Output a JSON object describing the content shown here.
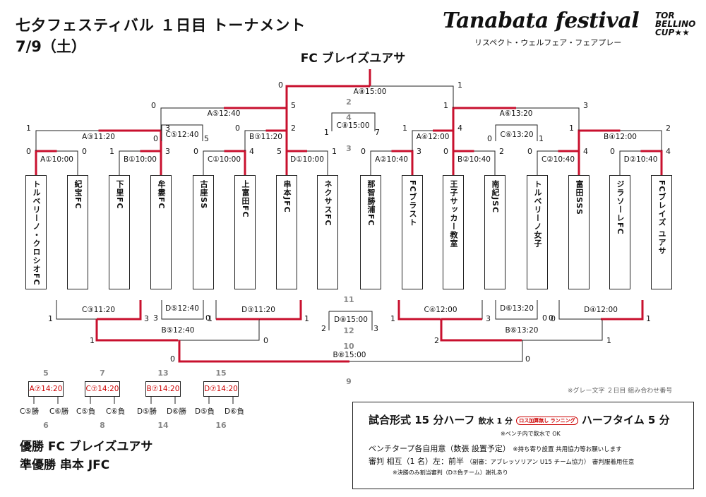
{
  "header": {
    "title": "七夕フェスティバル １日目 トーナメント",
    "date": "7/9（土）",
    "logo": "Tanabata festival",
    "brand": "TOR BELLINO CUP★★",
    "tagline": "リスペクト・ウェルフェア・フェアプレー"
  },
  "champion": "FC ブレイズユアサ",
  "teams": [
    "トルベリーノ・クロシオFC",
    "紀宝FC",
    "下里FC",
    "牟婁FC",
    "古座SS",
    "上富田FC",
    "串本JFC",
    "ネクサスFC",
    "那智勝浦FC",
    "FCブラスト",
    "王子サッカー教室",
    "南紀JSC",
    "トルベリーノ女子",
    "富田SSS",
    "ジラソーレFC",
    "FCブレイズ ユアサ"
  ],
  "matches": {
    "r1": [
      "A①10:00",
      "B①10:00",
      "C①10:00",
      "D①10:00",
      "A②10:40",
      "B②10:40",
      "C②10:40",
      "D②10:40"
    ],
    "qf": [
      "A③11:20",
      "B③11:20",
      "A④12:00",
      "B④12:00"
    ],
    "sf": [
      "A⑤12:40",
      "A⑥13:20"
    ],
    "final": "A⑧15:00",
    "third": "C⑧15:00",
    "cons_top": [
      "C⑤12:40",
      "C⑥13:20"
    ],
    "lower_r1": [
      "C③11:20",
      "D③11:20",
      "C④12:00",
      "D④12:00"
    ],
    "lower_sf": [
      "B⑤12:40",
      "B⑥13:20"
    ],
    "lower_final": "B⑧15:00",
    "lower_third": "D⑧15:00",
    "lower_cons": [
      "D⑤12:40",
      "D⑥13:20"
    ]
  },
  "scores": {
    "r1": [
      "0",
      "0",
      "1",
      "3",
      "0",
      "4",
      "5",
      "1",
      "0",
      "3",
      "0",
      "2",
      "0",
      "4",
      "0",
      "4"
    ],
    "qf": [
      "1",
      "3",
      "0",
      "2",
      "1",
      "4",
      "1",
      "2"
    ],
    "sf": [
      "0",
      "5",
      "1",
      "3"
    ],
    "final": [
      "0",
      "1"
    ],
    "third": [
      "7",
      "1"
    ],
    "cons_top": [
      "0",
      "5",
      "0",
      "1"
    ],
    "lower_r1": [
      "1",
      "3",
      "1",
      "1",
      "1",
      "3",
      "0",
      "1"
    ],
    "lower_sf": [
      "1",
      "0",
      "2",
      "1"
    ],
    "lower_final": [
      "0",
      "0"
    ],
    "lower_third": [
      "2",
      "3"
    ],
    "lower_cons": [
      "3",
      "0",
      "0",
      "0"
    ]
  },
  "game_numbers": {
    "upper": [
      "2",
      "4",
      "3"
    ],
    "lower": [
      "11",
      "12",
      "10",
      "9"
    ]
  },
  "placement": [
    {
      "top": "5",
      "match": "A⑦14:20",
      "left": "C⑤勝",
      "right": "C⑥勝",
      "bottom": "6"
    },
    {
      "top": "7",
      "match": "C⑦14:20",
      "left": "C⑤負",
      "right": "C⑥負",
      "bottom": "8"
    },
    {
      "top": "13",
      "match": "B⑦14:20",
      "left": "D⑤勝",
      "right": "D⑥勝",
      "bottom": "14"
    },
    {
      "top": "15",
      "match": "D⑦14:20",
      "left": "D⑤負",
      "right": "D⑥負",
      "bottom": "16"
    }
  ],
  "results": {
    "winner": "優勝 FC ブレイズユアサ",
    "runner_up": "準優勝 串本 JFC"
  },
  "note_gray": "※グレー文字 ２日目 組み合わせ番号",
  "rules": {
    "line1_a": "試合形式 15 分ハーフ",
    "line1_b": "飲水 1 分",
    "tag": "ロス加算無し ランニング",
    "line1_c": "ハーフタイム 5 分",
    "sub": "※ベンチ内で飲水で OK",
    "line2": "ベンチタープ各自用意（数張 設置予定）",
    "line2_note": "※持ち寄り設置 共用協力等お願いします",
    "line3": "審判 相互（1 名）左：前半",
    "line3_note": "（副審：アブレッソリアン U15 チーム協力）",
    "line3_b": "審判服着用任意",
    "line4": "※決勝のみ割当審判（D⑦負チーム）謝礼あり"
  },
  "colors": {
    "win": "#c8102e",
    "line": "#222",
    "gray": "#888"
  }
}
